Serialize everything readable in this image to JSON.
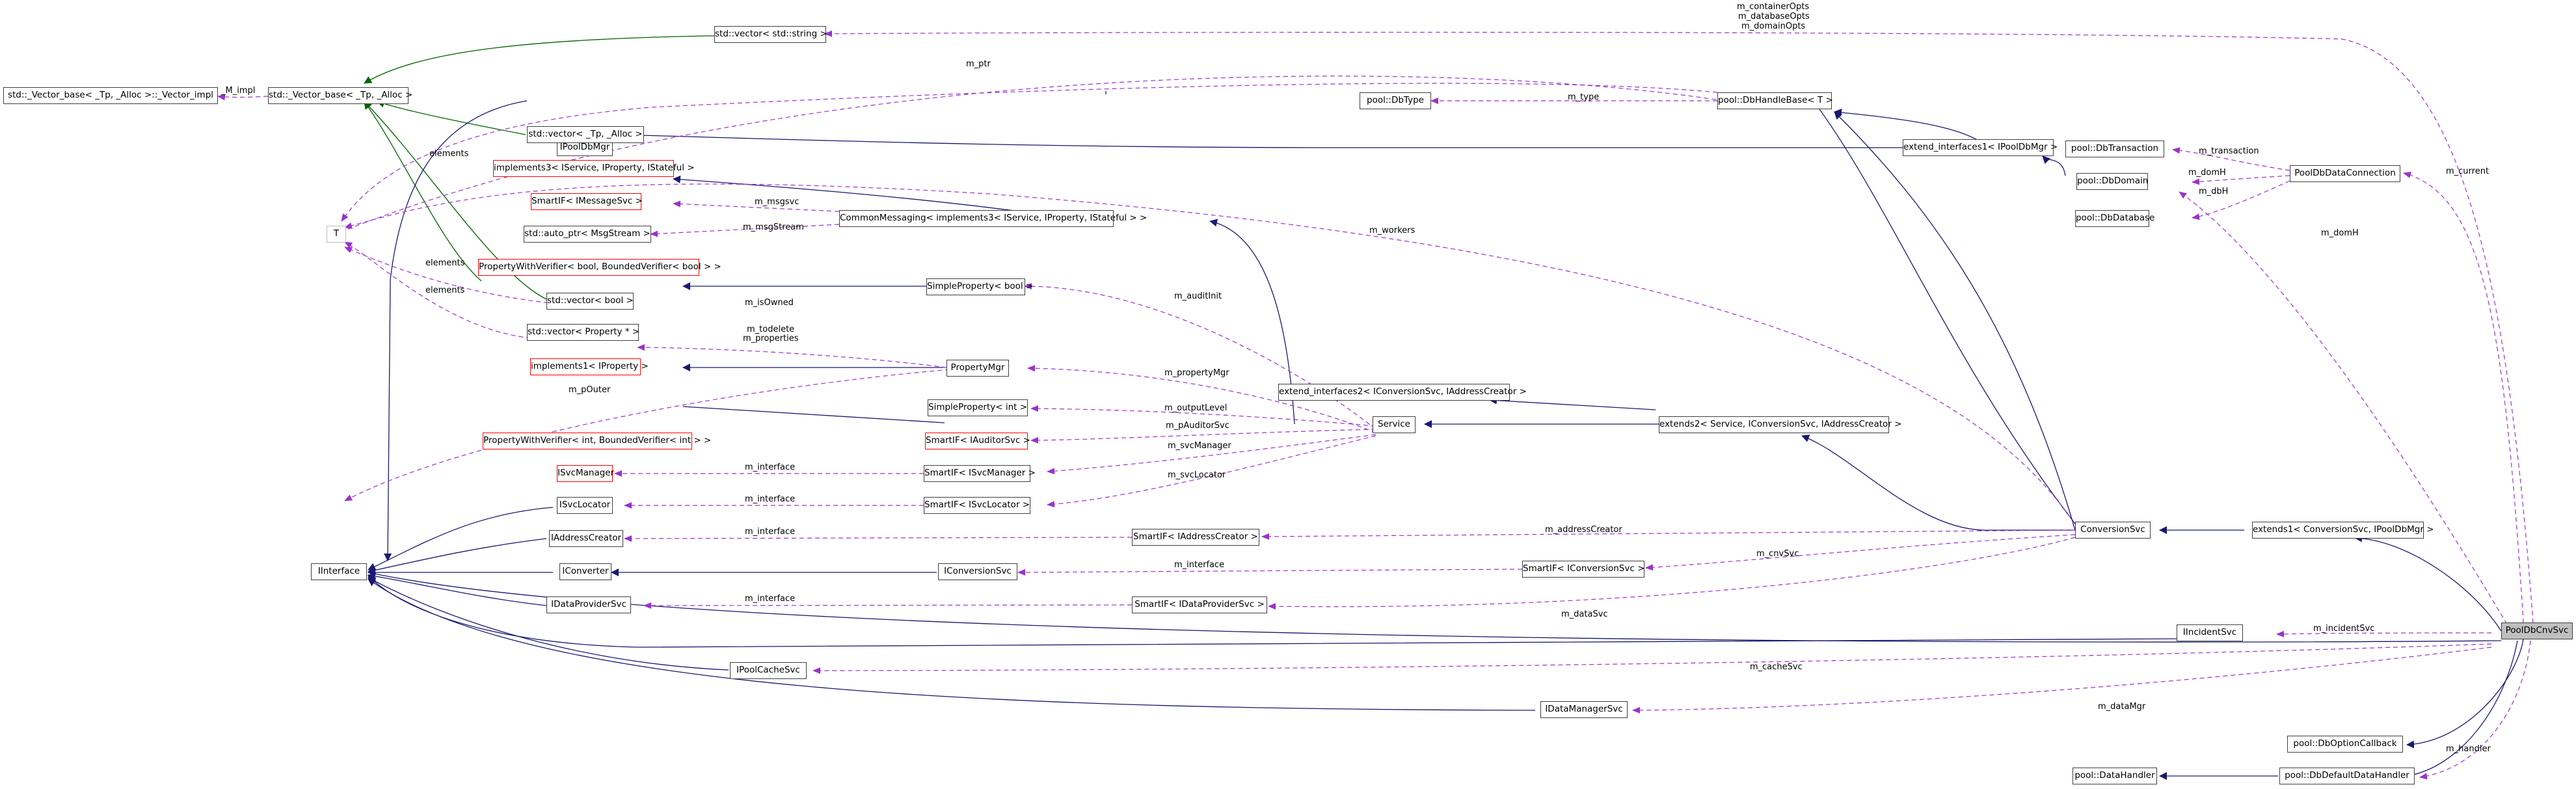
{
  "nodes": {
    "vector_impl": "std::_Vector_base< _Tp, _Alloc >::_Vector_impl",
    "vector_base": "std::_Vector_base< _Tp, _Alloc >",
    "vector_string": "std::vector< std::string >",
    "ipooldbmgr": "IPoolDbMgr",
    "vector_tp": "std::vector< _Tp, _Alloc >",
    "t": "T",
    "implements3": "implements3< IService, IProperty, IStateful >",
    "smartif_imsgsvc": "SmartIF< IMessageSvc >",
    "auto_ptr": "std::auto_ptr< MsgStream >",
    "commonmessaging": "CommonMessaging< implements3< IService, IProperty, IStateful > >",
    "pwv_bool": "PropertyWithVerifier< bool, BoundedVerifier< bool > >",
    "simpleprop_bool": "SimpleProperty< bool >",
    "vector_bool": "std::vector< bool >",
    "vector_prop": "std::vector< Property * >",
    "implements1": "implements1< IProperty >",
    "propertymgr": "PropertyMgr",
    "simpleprop_int": "SimpleProperty< int >",
    "pwv_int": "PropertyWithVerifier< int, BoundedVerifier< int > >",
    "smartif_iauditor": "SmartIF< IAuditorSvc >",
    "isvcmanager": "ISvcManager",
    "smartif_isvcmanager": "SmartIF< ISvcManager >",
    "isvclocator": "ISvcLocator",
    "smartif_isvclocator": "SmartIF< ISvcLocator >",
    "iaddresscreator": "IAddressCreator",
    "smartif_iaddresscreator": "SmartIF< IAddressCreator >",
    "iinterface": "IInterface",
    "iconverter": "IConverter",
    "iconversionsvc": "IConversionSvc",
    "smartif_iconversionsvc": "SmartIF< IConversionSvc >",
    "idataprovidersvc": "IDataProviderSvc",
    "smartif_idataprovidersvc": "SmartIF< IDataProviderSvc >",
    "ipoolcachesvc": "IPoolCacheSvc",
    "idatamanagersvc": "IDataManagerSvc",
    "dbtype": "pool::DbType",
    "dbhandlebase": "pool::DbHandleBase< T >",
    "extend_interfaces1": "extend_interfaces1< IPoolDbMgr >",
    "extend_interfaces2": "extend_interfaces2< IConversionSvc, IAddressCreator >",
    "service": "Service",
    "extends2": "extends2< Service, IConversionSvc, IAddressCreator >",
    "conversionsvc": "ConversionSvc",
    "extends1": "extends1< ConversionSvc, IPoolDbMgr >",
    "dbtransaction": "pool::DbTransaction",
    "dbdomain": "pool::DbDomain",
    "dbdatabase": "pool::DbDatabase",
    "pooldbdataconnection": "PoolDbDataConnection",
    "iincidentsvc": "IIncidentSvc",
    "pooldbcnvsvc": "PoolDbCnvSvc",
    "dboptioncallback": "pool::DbOptionCallback",
    "datahandler": "pool::DataHandler",
    "dbdefaultdatahandler": "pool::DbDefaultDataHandler"
  },
  "edge_labels": {
    "m_impl": "_M_impl",
    "m_ptr": "m_ptr",
    "m_type": "m_type",
    "m_containerOpts": "m_containerOpts",
    "m_databaseOpts": "m_databaseOpts",
    "m_domainOpts": "m_domainOpts",
    "elements_1": "elements",
    "elements_2": "elements",
    "elements_3": "elements",
    "m_msgsvc": "m_msgsvc",
    "m_msgStream": "m_msgStream",
    "m_workers": "m_workers",
    "m_auditInit": "m_auditInit",
    "m_isOwned": "m_isOwned",
    "m_todelete": "m_todelete",
    "m_properties": "m_properties",
    "m_propertyMgr": "m_propertyMgr",
    "m_pOuter": "m_pOuter",
    "m_outputLevel": "m_outputLevel",
    "m_pAuditorSvc": "m_pAuditorSvc",
    "m_svcManager": "m_svcManager",
    "m_interface_1": "m_interface",
    "m_interface_2": "m_interface",
    "m_svcLocator": "m_svcLocator",
    "m_interface_3": "m_interface",
    "m_addressCreator": "m_addressCreator",
    "m_cnvSvc": "m_cnvSvc",
    "m_interface_4": "m_interface",
    "m_interface_5": "m_interface",
    "m_dataSvc": "m_dataSvc",
    "m_transaction": "m_transaction",
    "m_domH": "m_domH",
    "m_dbH": "m_dbH",
    "m_current": "m_current",
    "m_domH_2": "m_domH",
    "m_incidentSvc": "m_incidentSvc",
    "m_cacheSvc": "m_cacheSvc",
    "m_dataMgr": "m_dataMgr",
    "m_handler": "m_handler"
  },
  "colors": {
    "inheritance_public": "#191970",
    "inheritance_template": "#006400",
    "usage": "#9a32cd",
    "node_border": "#404040",
    "undocumented_border": "#ff0000",
    "highlight_fill": "#bfbfbf"
  }
}
